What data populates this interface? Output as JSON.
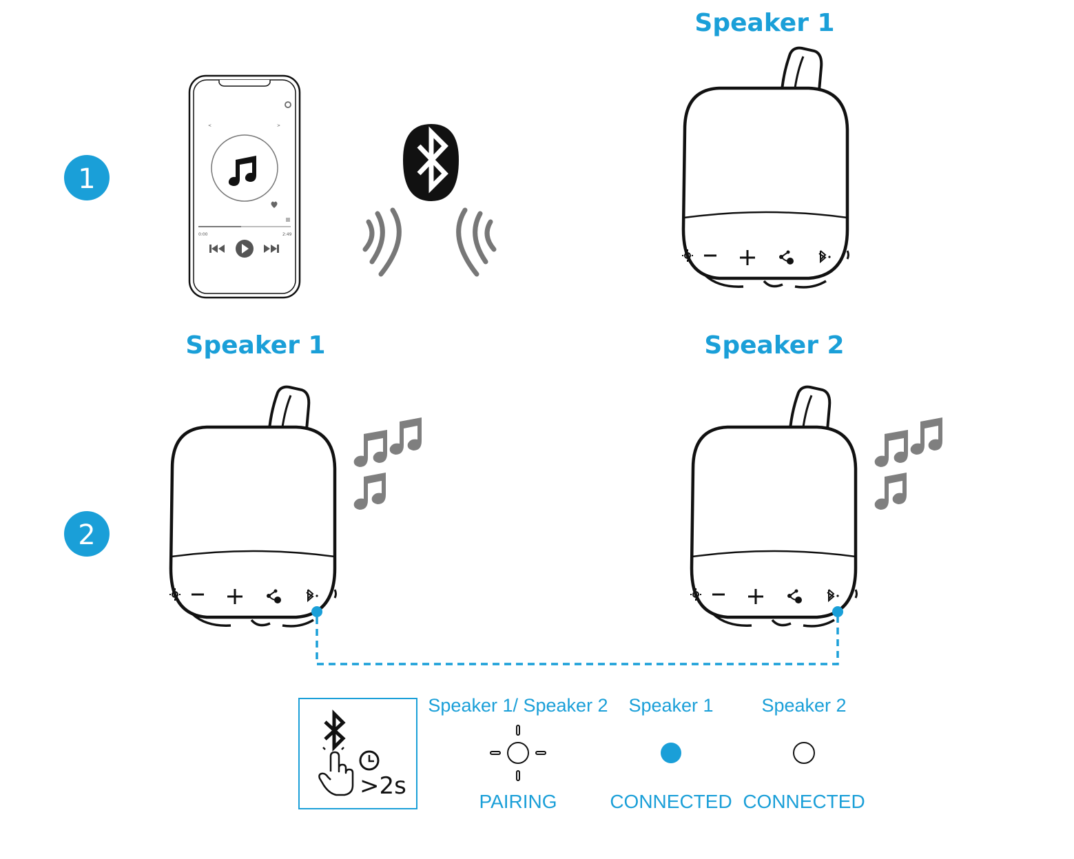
{
  "colors": {
    "accent": "#1a9fd8",
    "ink": "#111111",
    "note_gray": "#7f7f7f",
    "wave_gray": "#777777"
  },
  "steps": [
    {
      "number": "1"
    },
    {
      "number": "2"
    }
  ],
  "top_speaker": {
    "title": "Speaker 1"
  },
  "speakers": [
    {
      "title": "Speaker 1"
    },
    {
      "title": "Speaker 2"
    }
  ],
  "phone": {
    "time_start": "0:00",
    "time_end": "2:49"
  },
  "legend": {
    "press_duration": ">2s",
    "columns": [
      {
        "label": "Speaker 1/ Speaker 2",
        "state": "PAIRING",
        "indicator": "flashing"
      },
      {
        "label": "Speaker 1",
        "state": "CONNECTED",
        "indicator": "solid"
      },
      {
        "label": "Speaker 2",
        "state": "CONNECTED",
        "indicator": "off"
      }
    ]
  },
  "icons": [
    "bluetooth-icon",
    "music-note-icon",
    "light-icon",
    "volume-down-icon",
    "volume-up-icon",
    "party-mode-icon",
    "hand-press-icon",
    "clock-icon",
    "settings-icon",
    "heart-icon",
    "menu-icon"
  ]
}
